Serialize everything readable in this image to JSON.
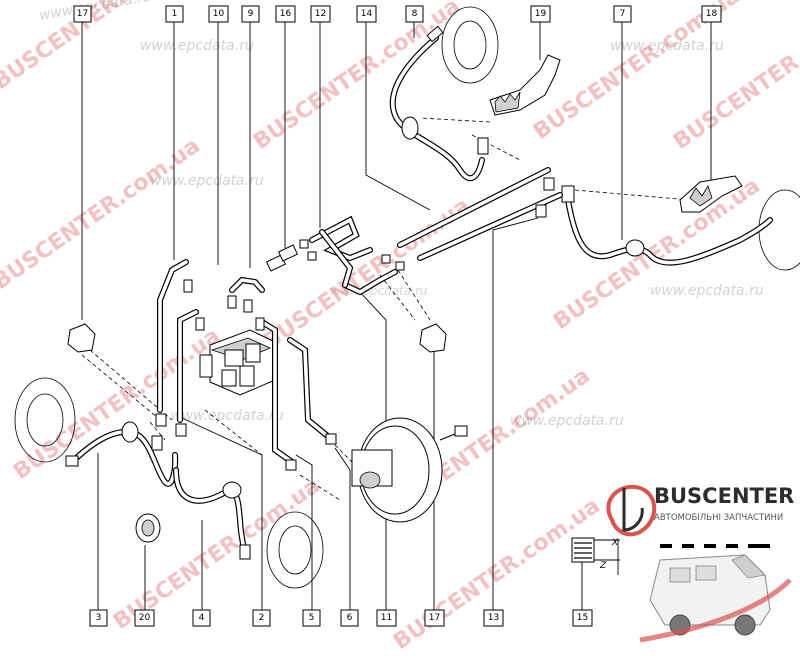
{
  "callouts_top": [
    {
      "label": "17"
    },
    {
      "label": "1"
    },
    {
      "label": "10"
    },
    {
      "label": "9"
    },
    {
      "label": "16"
    },
    {
      "label": "12"
    },
    {
      "label": "14"
    },
    {
      "label": "8"
    },
    {
      "label": "19"
    },
    {
      "label": "7"
    },
    {
      "label": "18"
    }
  ],
  "callouts_bottom": [
    {
      "label": "3"
    },
    {
      "label": "20"
    },
    {
      "label": "4"
    },
    {
      "label": "2"
    },
    {
      "label": "5"
    },
    {
      "label": "6"
    },
    {
      "label": "11"
    },
    {
      "label": "17"
    },
    {
      "label": "13"
    },
    {
      "label": "15"
    }
  ],
  "dimension_labels": {
    "x": "X",
    "z": "Z"
  },
  "watermarks": {
    "brand": "BUSCENTER",
    "domain_ua": "BUSCENTER.com.ua",
    "epc": "www.epcdata.ru"
  },
  "logo": {
    "brand": "BUSCENTER",
    "subtitle": "АВТОМОБІЛЬНІ ЗАПЧАСТИНИ"
  },
  "colors": {
    "watermark_red": "#d9534f",
    "logo_red": "#d9534f",
    "line": "#000000"
  }
}
